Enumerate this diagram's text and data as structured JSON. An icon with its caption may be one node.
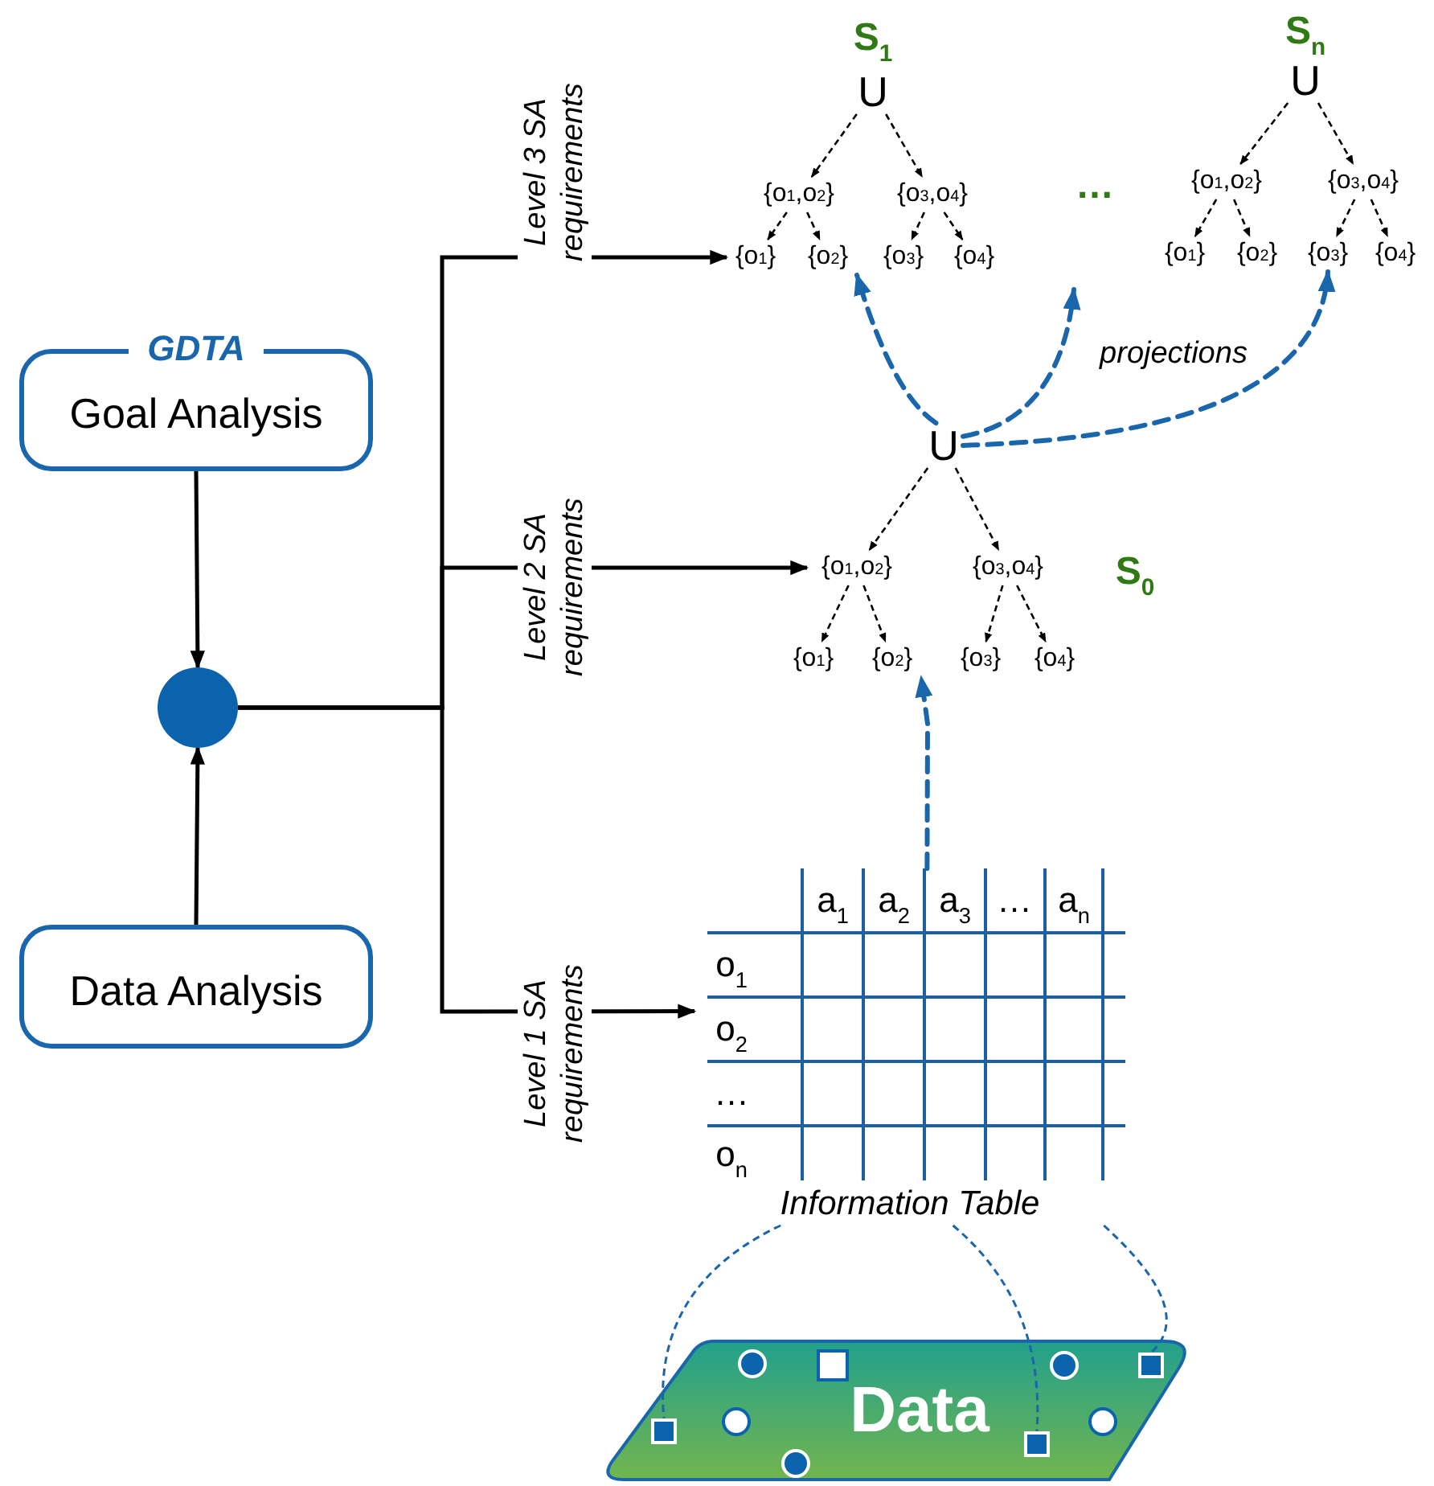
{
  "diagram": {
    "nodes": [
      {
        "text": [
          "GDTA",
          "Goal Analysis"
        ]
      },
      {
        "text": [
          "Data Analysis"
        ]
      },
      {
        "text": [],
        "shape": "circle"
      },
      {
        "text": [
          "U"
        ]
      },
      {
        "text": [
          "{o$_{1}$,o$_{2}$}"
        ]
      },
      {
        "text": [
          "{o$_{3}$,o$_{4}$}"
        ]
      },
      {
        "text": [
          "{o$_{1}$}"
        ]
      },
      {
        "text": [
          "{o$_{2}$}"
        ]
      },
      {
        "text": [
          "{o$_{3}$}"
        ]
      },
      {
        "text": [
          "{o$_{4}$}"
        ]
      },
      {
        "text": [
          "U"
        ]
      },
      {
        "text": [
          "{o$_{1}$,o$_{2}$}"
        ]
      },
      {
        "text": [
          "{o$_{3}$,o$_{4}$}"
        ]
      },
      {
        "text": [
          "{o$_{1}$}"
        ]
      },
      {
        "text": [
          "{o$_{2}$}"
        ]
      },
      {
        "text": [
          "{o$_{3}$}"
        ]
      },
      {
        "text": [
          "{o$_{4}$}"
        ]
      },
      {
        "text": [
          "U"
        ]
      },
      {
        "text": [
          "{o$_{1}$,o$_{2}$}"
        ]
      },
      {
        "text": [
          "{o$_{3}$,o$_{4}$}"
        ]
      },
      {
        "text": [
          "{o$_{1}$}"
        ]
      },
      {
        "text": [
          "{o$_{2}$}"
        ]
      },
      {
        "text": [
          "{o$_{3}$}"
        ]
      },
      {
        "text": [
          "{o$_{4}$}"
        ]
      },
      {
        "text": [
          "Information Table"
        ]
      },
      {
        "text": [
          "Data"
        ]
      },
      {
        "text": [],
        "shape": "box",
        "in": 25
      },
      {
        "text": [],
        "shape": "box",
        "in": 25
      },
      {
        "text": [],
        "shape": "box",
        "in": 25
      }
    ],
    "edges": [
      {
        "from": 0,
        "to": 2,
        "arrow": "to"
      },
      {
        "from": 1,
        "to": 2,
        "arrow": "to"
      },
      {
        "from": 2,
        "to": 6,
        "arrow": "to",
        "label": "Level 3 SA requirements"
      },
      {
        "from": 2,
        "to": 18,
        "arrow": "to",
        "label": "Level 2 SA requirements"
      },
      {
        "from": 2,
        "to": 24,
        "arrow": "to",
        "label": "Level 1 SA requirements"
      },
      {
        "from": 3,
        "to": 4,
        "arrow": "to",
        "style": "dashed"
      },
      {
        "from": 3,
        "to": 5,
        "arrow": "to",
        "style": "dashed"
      },
      {
        "from": 4,
        "to": 6,
        "arrow": "to",
        "style": "dashed"
      },
      {
        "from": 4,
        "to": 7,
        "arrow": "to",
        "style": "dashed"
      },
      {
        "from": 5,
        "to": 8,
        "arrow": "to",
        "style": "dashed"
      },
      {
        "from": 5,
        "to": 9,
        "arrow": "to",
        "style": "dashed"
      },
      {
        "from": 10,
        "to": 11,
        "arrow": "to",
        "style": "dashed"
      },
      {
        "from": 10,
        "to": 12,
        "arrow": "to",
        "style": "dashed"
      },
      {
        "from": 11,
        "to": 13,
        "arrow": "to",
        "style": "dashed"
      },
      {
        "from": 11,
        "to": 14,
        "arrow": "to",
        "style": "dashed"
      },
      {
        "from": 12,
        "to": 15,
        "arrow": "to",
        "style": "dashed"
      },
      {
        "from": 12,
        "to": 16,
        "arrow": "to",
        "style": "dashed"
      },
      {
        "from": 17,
        "to": 18,
        "arrow": "to",
        "style": "dashed"
      },
      {
        "from": 17,
        "to": 19,
        "arrow": "to",
        "style": "dashed"
      },
      {
        "from": 18,
        "to": 20,
        "arrow": "to",
        "style": "dashed"
      },
      {
        "from": 18,
        "to": 21,
        "arrow": "to",
        "style": "dashed"
      },
      {
        "from": 19,
        "to": 22,
        "arrow": "to",
        "style": "dashed"
      },
      {
        "from": 19,
        "to": 23,
        "arrow": "to",
        "style": "dashed"
      },
      {
        "from": 17,
        "to": 7,
        "arrow": "to",
        "style": "dashed",
        "color": "#1a66ad"
      },
      {
        "from": 17,
        "to": null,
        "arrow": "to",
        "style": "dashed",
        "color": "#1a66ad",
        "label": "projections"
      },
      {
        "from": 17,
        "to": 15,
        "arrow": "to",
        "style": "dashed",
        "color": "#1a66ad"
      },
      {
        "from": 24,
        "to": 21,
        "arrow": "to",
        "style": "dashed",
        "color": "#1a66ad"
      },
      {
        "from": 24,
        "to": 26,
        "arrow": "none",
        "style": "dashed",
        "color": "#1a66ad"
      },
      {
        "from": 24,
        "to": 27,
        "arrow": "none",
        "style": "dashed",
        "color": "#1a66ad"
      },
      {
        "from": 24,
        "to": 28,
        "arrow": "none",
        "style": "dashed",
        "color": "#1a66ad"
      }
    ],
    "labels": [
      "S$_{1}$",
      "S$_{n}$",
      "…",
      "S$_{0}$",
      "a$_{1}$",
      "a$_{2}$",
      "a$_{3}$",
      "…",
      "a$_{n}$",
      "o$_{1}$",
      "o$_{2}$",
      "…",
      "o$_{n}$"
    ]
  }
}
